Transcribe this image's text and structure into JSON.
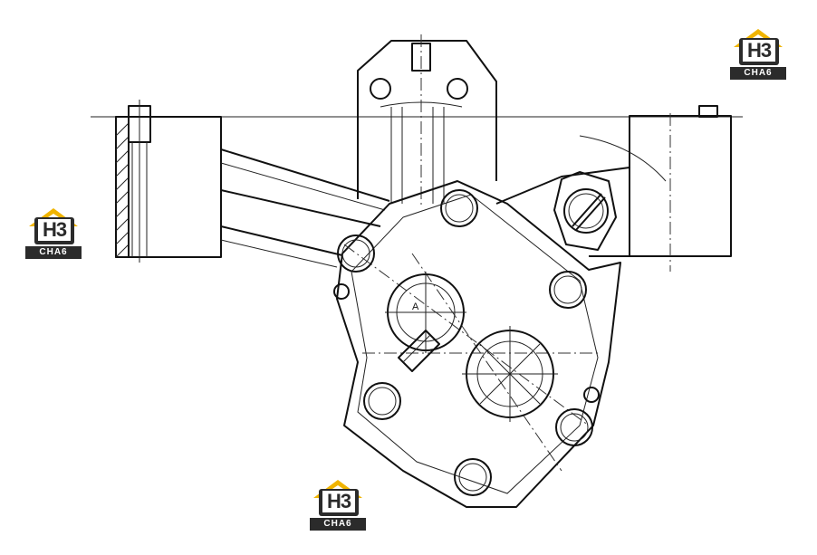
{
  "drawing": {
    "section_label": "A"
  },
  "watermarks": [
    {
      "mark": "H3",
      "text": "CHA6"
    },
    {
      "mark": "H3",
      "text": "CHA6"
    },
    {
      "mark": "H3",
      "text": "CHA6"
    }
  ],
  "colors": {
    "line": "#111111",
    "watermark_gold": "#f0b400",
    "watermark_dark": "#2b2b2b"
  }
}
